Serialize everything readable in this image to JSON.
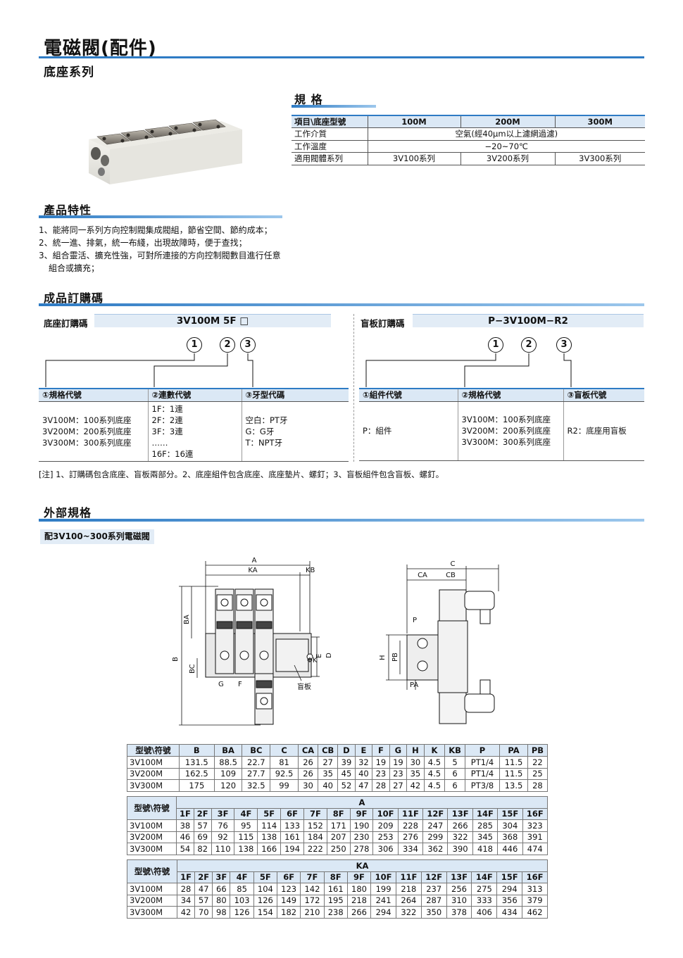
{
  "header": {
    "title": "電磁閥(配件)",
    "subtitle": "底座系列"
  },
  "spec": {
    "heading": "規 格",
    "columns": [
      "項目\\底座型號",
      "100M",
      "200M",
      "300M"
    ],
    "rows": [
      {
        "label": "工作介質",
        "merged": "空氣(經40μm以上濾網過濾)"
      },
      {
        "label": "工作溫度",
        "merged": "−20~70℃"
      },
      {
        "label": "適用閥體系列",
        "values": [
          "3V100系列",
          "3V200系列",
          "3V300系列"
        ]
      }
    ]
  },
  "features": {
    "heading": "產品特性",
    "items": [
      "1、能將同一系列方向控制閥集成閥組，節省空間、節約成本；",
      "2、統一進、排氣，統一布綫，出現故障時，便于查找；",
      "3、組合靈活、擴充性強，可對所連接的方向控制閥數目進行任意組合或擴充；"
    ]
  },
  "order": {
    "heading": "成品訂購碼",
    "base": {
      "label": "底座訂購碼",
      "code": "3V100M 5F □",
      "circles": [
        "1",
        "2",
        "3"
      ],
      "headers": [
        "①規格代號",
        "②連數代號",
        "③牙型代碼"
      ],
      "col1": [
        "3V100M：100系列底座",
        "3V200M：200系列底座",
        "3V300M：300系列底座"
      ],
      "col2": [
        "1F：1連",
        "2F：2連",
        "3F：3連",
        "……",
        "16F：16連"
      ],
      "col3": [
        "空白：PT牙",
        "G：G牙",
        "T：NPT牙"
      ]
    },
    "blind": {
      "label": "盲板訂購碼",
      "code": "P−3V100M−R2",
      "circles": [
        "1",
        "2",
        "3"
      ],
      "headers": [
        "①組件代號",
        "②規格代號",
        "③盲板代號"
      ],
      "col1": [
        "P：組件"
      ],
      "col2": [
        "3V100M：100系列底座",
        "3V200M：200系列底座",
        "3V300M：300系列底座"
      ],
      "col3": [
        "R2：底座用盲板"
      ]
    },
    "note": "[注] 1、訂購碼包含底座、盲板兩部分。2、底座組件包含底座、底座墊片、螺釘；3、盲板組件包含盲板、螺釘。"
  },
  "external": {
    "heading": "外部規格",
    "subheading": "配3V100~300系列電磁閥",
    "drawing_labels": {
      "A": "A",
      "KA": "KA",
      "KB": "KB",
      "B": "B",
      "BA": "BA",
      "BC": "BC",
      "G": "G",
      "F": "F",
      "PHIK": "ΦK",
      "E": "E",
      "D": "D",
      "blind": "盲板",
      "C": "C",
      "CA": "CA",
      "CB": "CB",
      "P": "P",
      "H": "H",
      "PB": "PB",
      "PA": "PA"
    }
  },
  "dim_table1": {
    "headers": [
      "型號\\符號",
      "B",
      "BA",
      "BC",
      "C",
      "CA",
      "CB",
      "D",
      "E",
      "F",
      "G",
      "H",
      "K",
      "KB",
      "P",
      "PA",
      "PB"
    ],
    "rows": [
      [
        "3V100M",
        "131.5",
        "88.5",
        "22.7",
        "81",
        "26",
        "27",
        "39",
        "32",
        "19",
        "19",
        "30",
        "4.5",
        "5",
        "PT1/4",
        "11.5",
        "22"
      ],
      [
        "3V200M",
        "162.5",
        "109",
        "27.7",
        "92.5",
        "26",
        "35",
        "45",
        "40",
        "23",
        "23",
        "35",
        "4.5",
        "6",
        "PT1/4",
        "11.5",
        "25"
      ],
      [
        "3V300M",
        "175",
        "120",
        "32.5",
        "99",
        "30",
        "40",
        "52",
        "47",
        "28",
        "27",
        "42",
        "4.5",
        "6",
        "PT3/8",
        "13.5",
        "28"
      ]
    ]
  },
  "dim_table2": {
    "corner": "型號\\符號",
    "group": "A",
    "headers": [
      "1F",
      "2F",
      "3F",
      "4F",
      "5F",
      "6F",
      "7F",
      "8F",
      "9F",
      "10F",
      "11F",
      "12F",
      "13F",
      "14F",
      "15F",
      "16F"
    ],
    "rows": [
      [
        "3V100M",
        "38",
        "57",
        "76",
        "95",
        "114",
        "133",
        "152",
        "171",
        "190",
        "209",
        "228",
        "247",
        "266",
        "285",
        "304",
        "323"
      ],
      [
        "3V200M",
        "46",
        "69",
        "92",
        "115",
        "138",
        "161",
        "184",
        "207",
        "230",
        "253",
        "276",
        "299",
        "322",
        "345",
        "368",
        "391"
      ],
      [
        "3V300M",
        "54",
        "82",
        "110",
        "138",
        "166",
        "194",
        "222",
        "250",
        "278",
        "306",
        "334",
        "362",
        "390",
        "418",
        "446",
        "474"
      ]
    ]
  },
  "dim_table3": {
    "corner": "型號\\符號",
    "group": "KA",
    "headers": [
      "1F",
      "2F",
      "3F",
      "4F",
      "5F",
      "6F",
      "7F",
      "8F",
      "9F",
      "10F",
      "11F",
      "12F",
      "13F",
      "14F",
      "15F",
      "16F"
    ],
    "rows": [
      [
        "3V100M",
        "28",
        "47",
        "66",
        "85",
        "104",
        "123",
        "142",
        "161",
        "180",
        "199",
        "218",
        "237",
        "256",
        "275",
        "294",
        "313"
      ],
      [
        "3V200M",
        "34",
        "57",
        "80",
        "103",
        "126",
        "149",
        "172",
        "195",
        "218",
        "241",
        "264",
        "287",
        "310",
        "333",
        "356",
        "379"
      ],
      [
        "3V300M",
        "42",
        "70",
        "98",
        "126",
        "154",
        "182",
        "210",
        "238",
        "266",
        "294",
        "322",
        "350",
        "378",
        "406",
        "434",
        "462"
      ]
    ]
  }
}
